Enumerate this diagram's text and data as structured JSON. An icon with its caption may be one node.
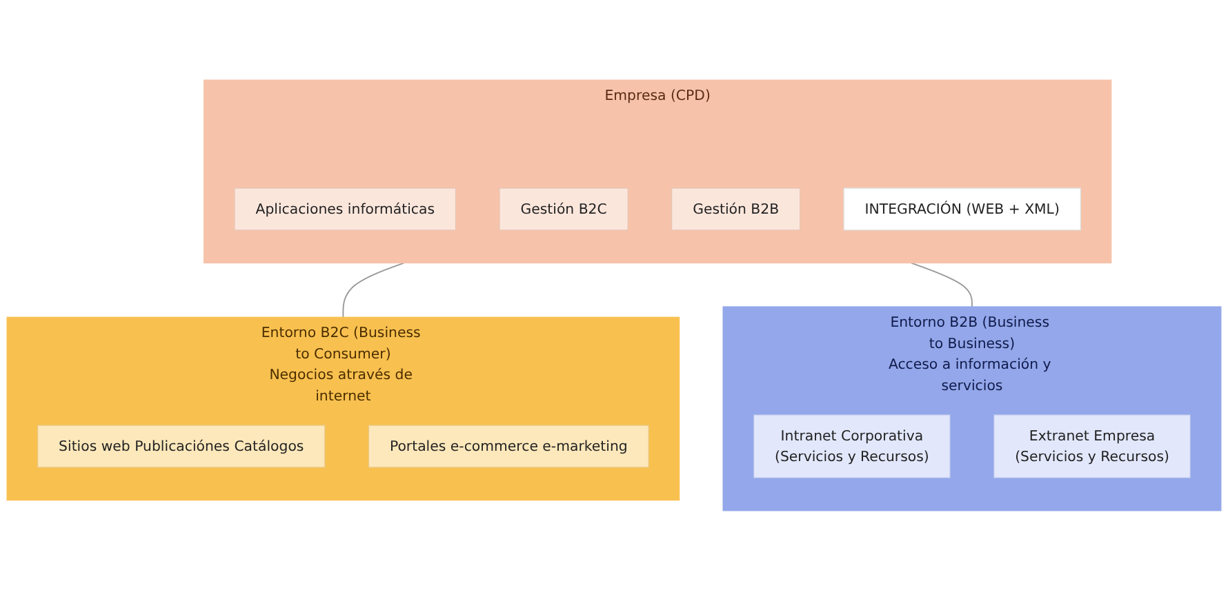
{
  "diagram": {
    "nodes": [
      {
        "text": [
          "Empresa (CPD)"
        ]
      },
      {
        "text": [
          "Aplicaciones informáticas"
        ],
        "in": 0
      },
      {
        "text": [
          "Gestión B2C"
        ],
        "in": 0
      },
      {
        "text": [
          "Gestión B2B"
        ],
        "in": 0
      },
      {
        "text": [
          "INTEGRACIÓN (WEB + XML)"
        ],
        "in": 0
      },
      {
        "text": [
          "Entorno B2C (Business to Consumer)",
          "Negocios através de internet"
        ]
      },
      {
        "text": [
          "Sitios web Publicaciónes Catálogos"
        ],
        "in": 5
      },
      {
        "text": [
          "Portales e-commerce e-marketing"
        ],
        "in": 5
      },
      {
        "text": [
          "Entorno B2B (Business to Business)",
          "Acceso a información y servicios"
        ]
      },
      {
        "text": [
          "Intranet Corporativa",
          "(Servicios y Recursos)"
        ],
        "in": 8
      },
      {
        "text": [
          "Extranet Empresa",
          "(Servicios y Recursos)"
        ],
        "in": 8
      }
    ],
    "edges": [
      {
        "from": 0,
        "to": 5,
        "arrow": "none"
      },
      {
        "from": 0,
        "to": 8,
        "arrow": "none"
      }
    ]
  }
}
